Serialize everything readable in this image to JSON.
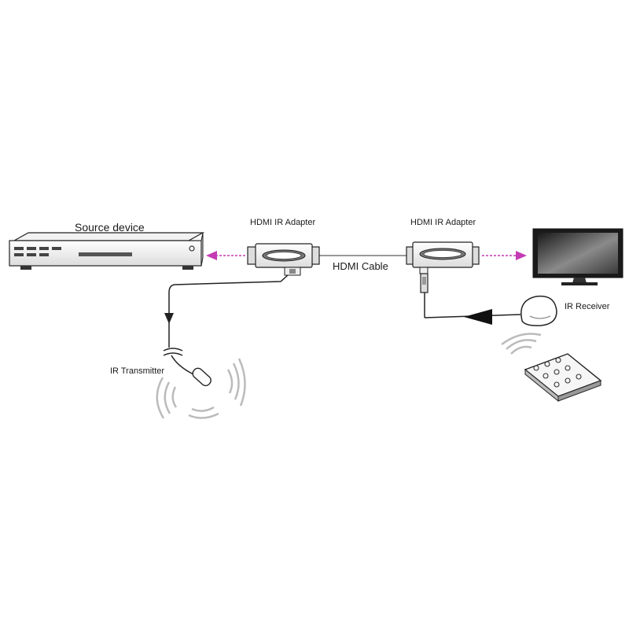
{
  "labels": {
    "source_device": "Source device",
    "adapter_left": "HDMI IR Adapter",
    "adapter_right": "HDMI IR Adapter",
    "hdmi_cable": "HDMI Cable",
    "ir_transmitter": "IR Transmitter",
    "ir_receiver": "IR Receiver"
  },
  "colors": {
    "signal_arrow": "#c43bb4",
    "line": "#222222",
    "device_fill": "#f4f4f4",
    "screen_dark": "#2a2a2a"
  }
}
